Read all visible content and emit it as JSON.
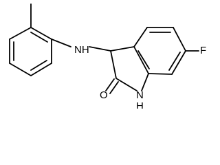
{
  "molecule": {
    "atom_labels": {
      "amine": "NH",
      "fluorine": "F",
      "oxygen": "O",
      "lactam_nitrogen": "N",
      "lactam_hydrogen": "H"
    }
  },
  "colors": {
    "bond": "#000000",
    "label": "#000000",
    "background": "#ffffff"
  }
}
